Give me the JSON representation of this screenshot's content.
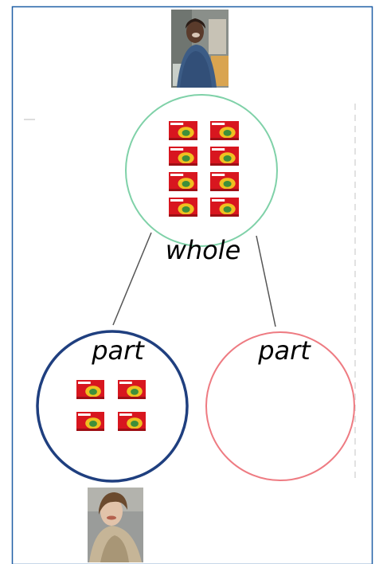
{
  "diagram": {
    "whole_label": "whole",
    "part_left_label": "part",
    "part_right_label": "part"
  },
  "colors": {
    "frame_border": "#1f5fa6",
    "whole_circle": "#7fd1a8",
    "part_left_circle": "#1f3f7f",
    "part_right_circle": "#ee7b82",
    "connector": "#555555",
    "card_red": "#d8161f",
    "card_gold": "#f0c020"
  },
  "counts": {
    "whole_cards": 8,
    "part_left_cards": 4,
    "part_right_cards": 0
  },
  "icons": {
    "top_photo": "person-photo-icon",
    "bottom_photo": "person-photo-icon",
    "card": "snack-card-icon"
  }
}
